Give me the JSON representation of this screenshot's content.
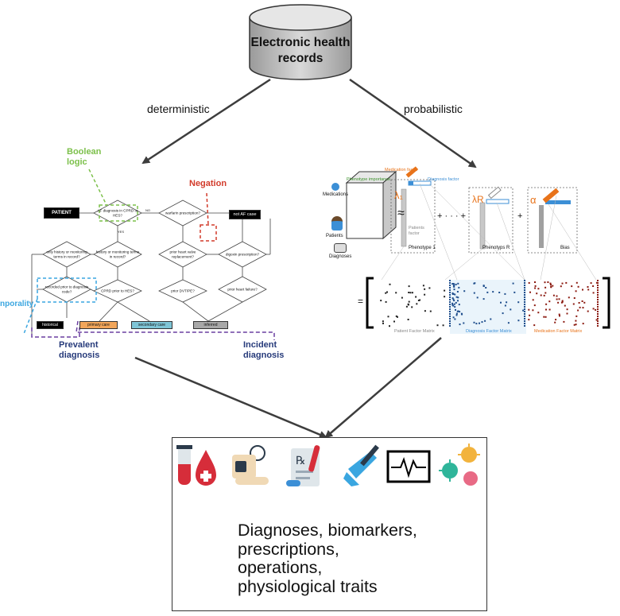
{
  "source": {
    "label": "Electronic health records"
  },
  "branches": {
    "left": "deterministic",
    "right": "probabilistic"
  },
  "deterministic": {
    "callouts": {
      "boolean": "Boolean logic",
      "negation": "Negation",
      "temporality": "nporality"
    },
    "patient": "PATIENT",
    "not_af": "not AF case",
    "diamonds": {
      "af_diagnosis": "AF diagnosis in CPRD or HES?",
      "warfarin": "warfarin prescription?",
      "only_history": "only history or monitoring terms in record?",
      "history_monitoring": "history or monitoring terms in record?",
      "heart_valve": "prior heart valve replacement?",
      "digoxin": "digoxin prescription?",
      "recorded_prior": "recorded prior to diagnosis code?",
      "cprd_prior": "CPRD prior to HES?",
      "dvt_pe": "prior DVT/PE?",
      "heart_failure": "prior heart failure?"
    },
    "edge_labels": {
      "yes": "YES",
      "no": "NO"
    },
    "outcomes": {
      "historical": "historical",
      "primary": "primary care",
      "secondary": "secondary care",
      "inferred": "inferred"
    },
    "brackets": {
      "prevalent": "Prevalent diagnosis",
      "incident": "Incident diagnosis"
    }
  },
  "probabilistic": {
    "labels": {
      "medications": "Medications",
      "patients": "Patients",
      "diagnoses": "Diagnoses",
      "approx": "≈",
      "phenotype_importance": "Phenotype importance",
      "medication_factor": "Medication factor",
      "diagnosis_factor": "Diagnosis factor",
      "patients_factor": "Patients factor",
      "phenotype1": "Phenotype 1",
      "phenotypeR": "Phenotyps R",
      "bias": "Bias",
      "lambda1": "λ₁",
      "lambdaR": "λR",
      "alpha": "α",
      "dots": "+ · · · +",
      "plus": "+",
      "equals": "=",
      "patient_matrix": "Patient Factor Matrix",
      "diagnosis_matrix": "Diagnosis Factor Matrix",
      "medication_matrix": "Medication Factor Matrix"
    },
    "colors": {
      "diagnosis": "#1f4e8c",
      "medication": "#8b1a10",
      "patient": "#222222",
      "orange": "#e8731a",
      "blue": "#3c8fd6",
      "green": "#3a8f2a"
    }
  },
  "outputs": {
    "icons": [
      "blood-test-icon",
      "blood-pressure-icon",
      "prescription-icon",
      "surgery-icon",
      "heart-monitor-icon",
      "virus-icon"
    ],
    "text_lines": [
      "Diagnoses, biomarkers,",
      "prescriptions,",
      "operations,",
      "physiological traits"
    ]
  }
}
